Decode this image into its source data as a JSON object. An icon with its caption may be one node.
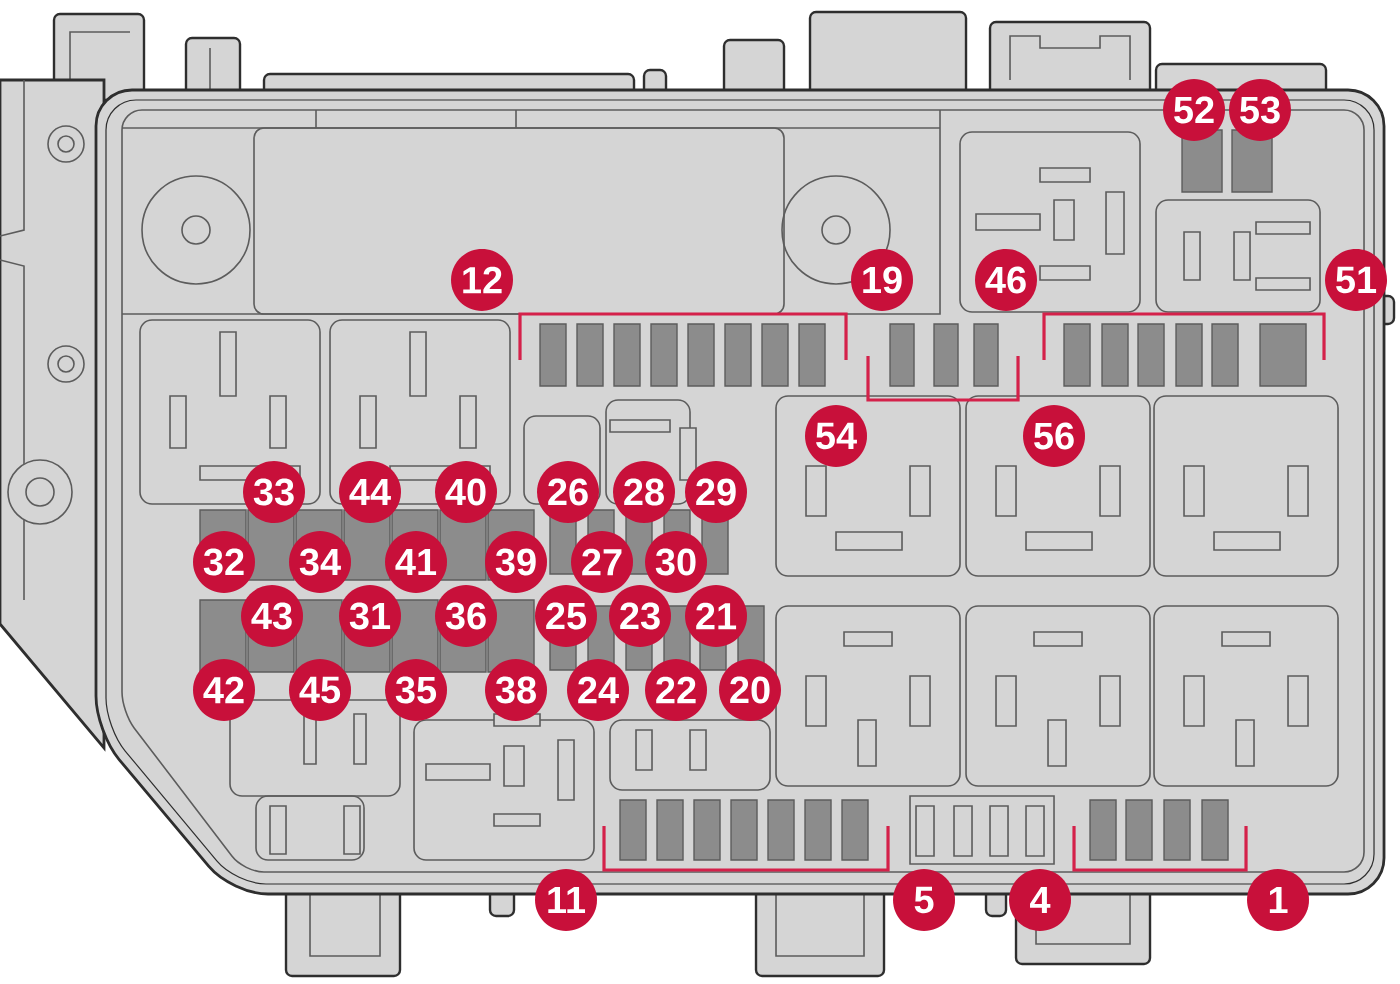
{
  "diagram": {
    "labels": [
      "52",
      "53",
      "12",
      "19",
      "46",
      "51",
      "54",
      "56",
      "33",
      "44",
      "40",
      "26",
      "28",
      "29",
      "32",
      "34",
      "41",
      "39",
      "27",
      "30",
      "43",
      "31",
      "36",
      "25",
      "23",
      "21",
      "42",
      "45",
      "35",
      "38",
      "24",
      "22",
      "20",
      "11",
      "5",
      "4",
      "1"
    ]
  }
}
